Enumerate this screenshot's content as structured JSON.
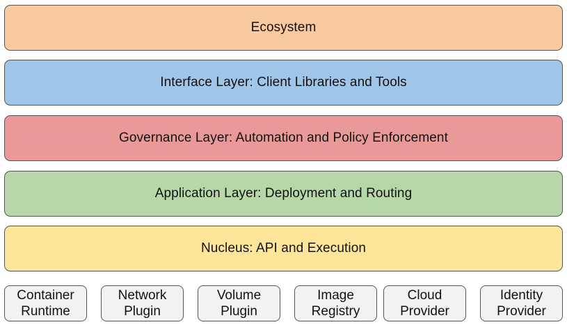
{
  "layers": [
    {
      "label": "Ecosystem",
      "color": "#fbc99f"
    },
    {
      "label": "Interface Layer: Client Libraries and Tools",
      "color": "#9fc5e8"
    },
    {
      "label": "Governance Layer: Automation and Policy Enforcement",
      "color": "#ea9999"
    },
    {
      "label": "Application Layer: Deployment and Routing",
      "color": "#b6d7a8"
    },
    {
      "label": "Nucleus: API and Execution",
      "color": "#ffe599"
    }
  ],
  "plugins": [
    {
      "line1": "Container",
      "line2": "Runtime"
    },
    {
      "line1": "Network",
      "line2": "Plugin"
    },
    {
      "line1": "Volume",
      "line2": "Plugin"
    },
    {
      "line1": "Image",
      "line2": "Registry"
    },
    {
      "line1": "Cloud",
      "line2": "Provider"
    },
    {
      "line1": "Identity",
      "line2": "Provider"
    }
  ]
}
